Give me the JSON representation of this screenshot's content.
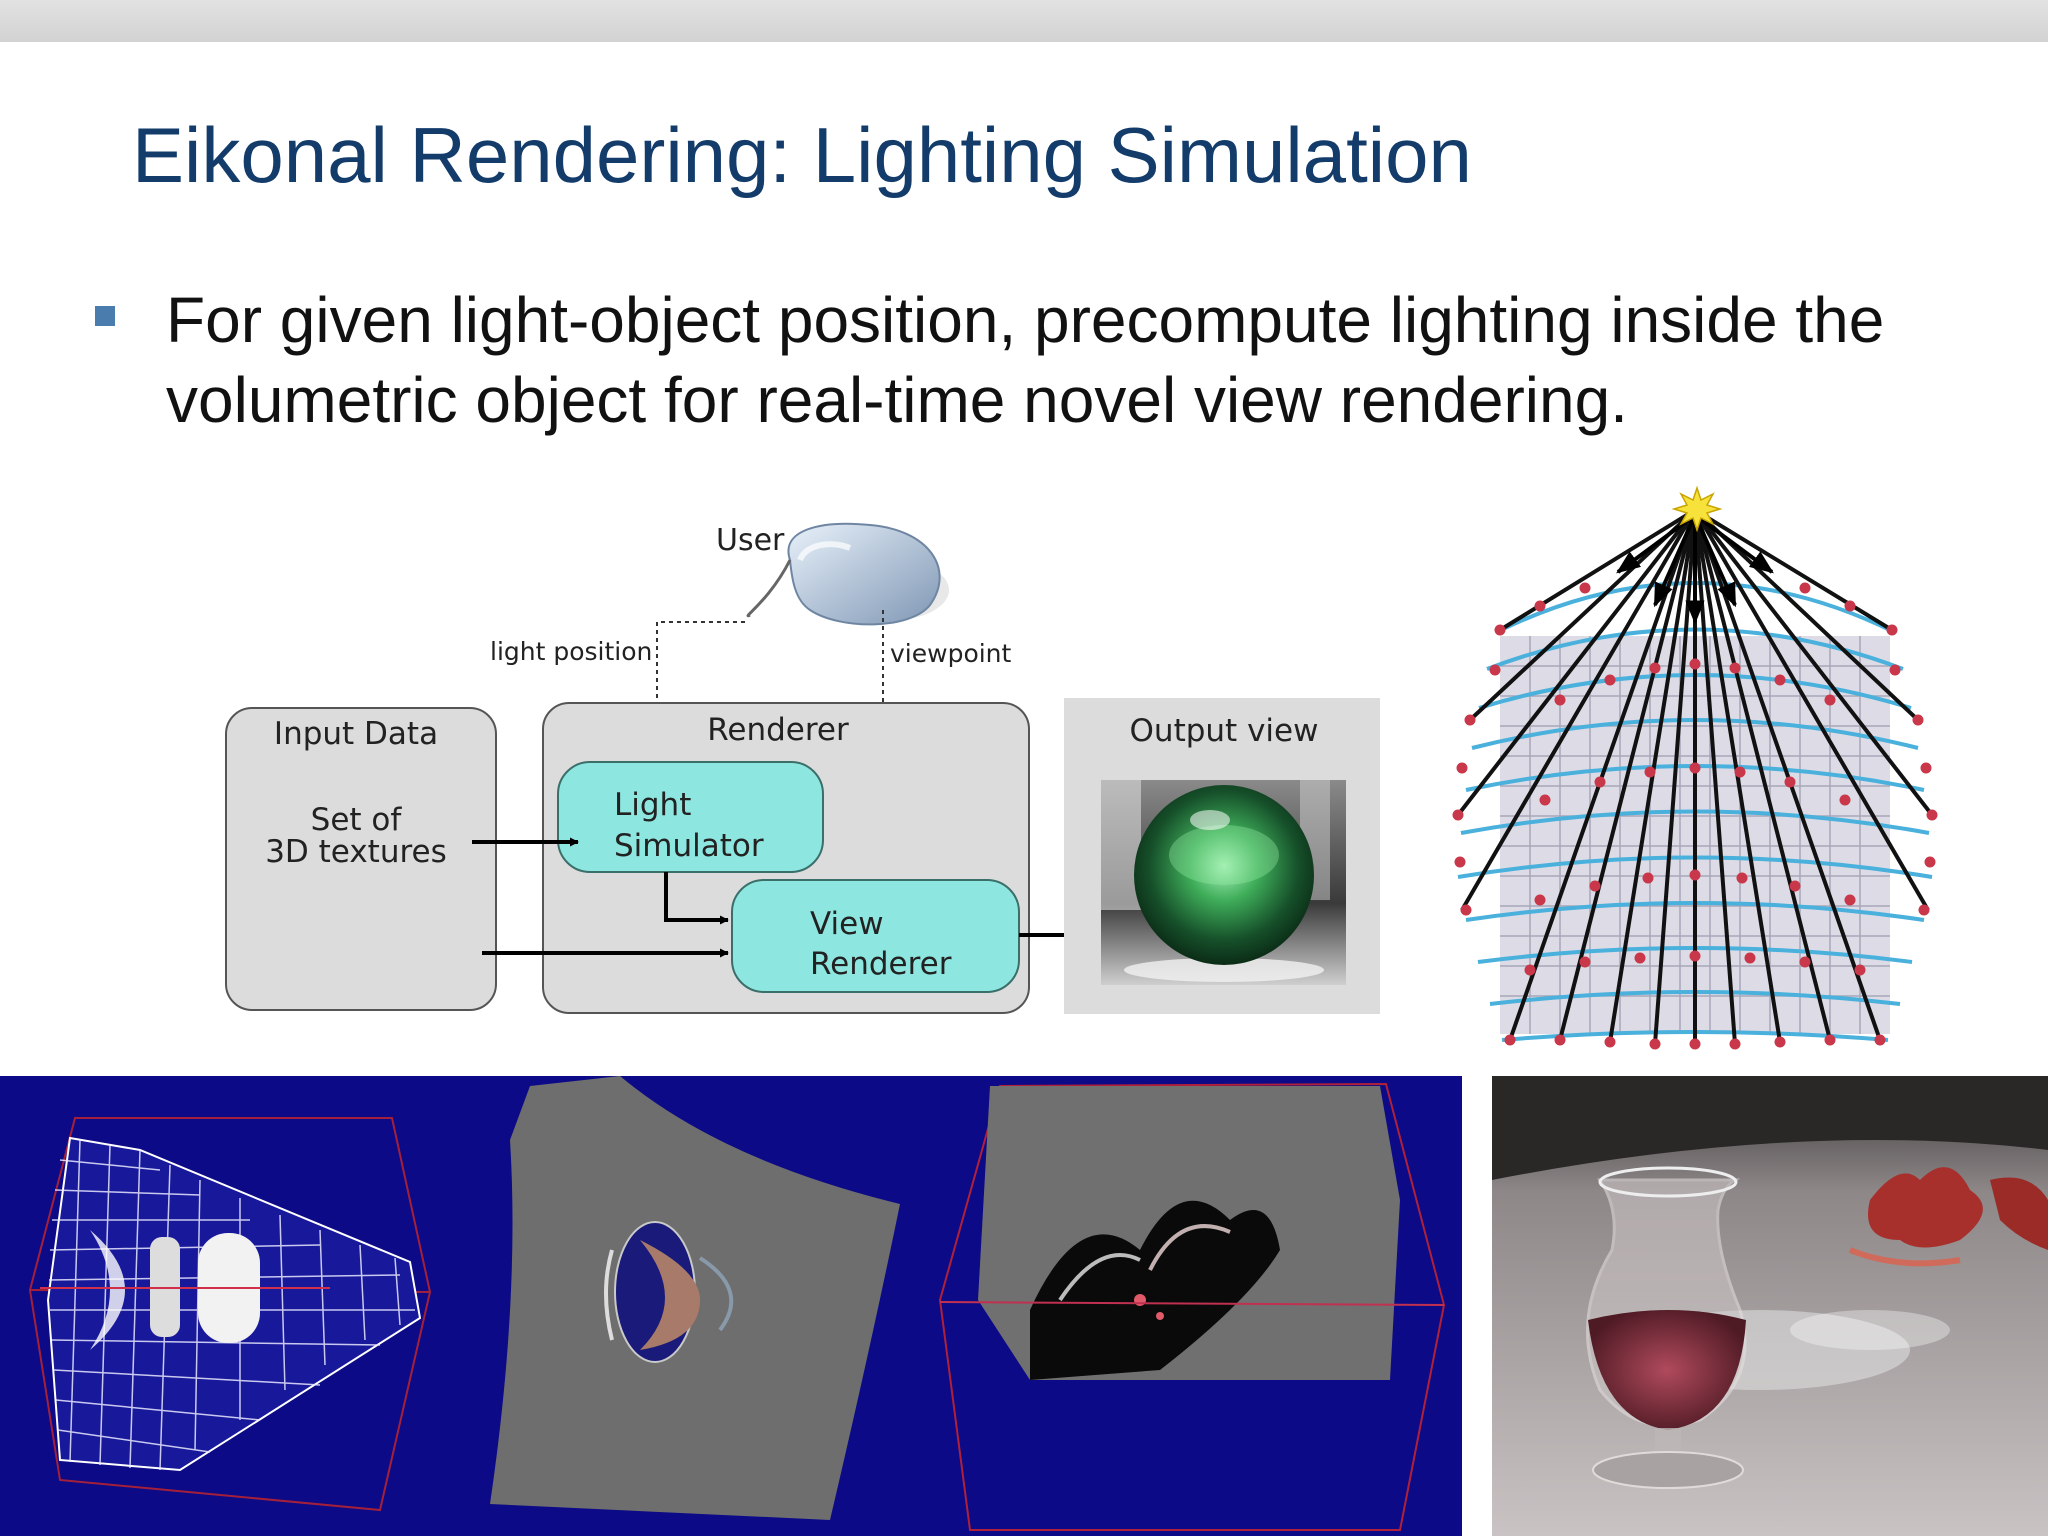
{
  "slide": {
    "title": "Eikonal Rendering: Lighting Simulation",
    "bullet": "For given light-object position, precompute lighting inside the volumetric object for real-time novel view rendering."
  },
  "diagram": {
    "user_label": "User",
    "light_position_label": "light position",
    "viewpoint_label": "viewpoint",
    "input_data_title": "Input Data",
    "input_data_line1": "Set of",
    "input_data_line2": "3D textures",
    "renderer_title": "Renderer",
    "light_sim_line1": "Light",
    "light_sim_line2": "Simulator",
    "view_renderer_line1": "View",
    "view_renderer_line2": "Renderer",
    "output_view_title": "Output view"
  },
  "colors": {
    "title": "#133c6b",
    "bullet": "#4a7dae",
    "box_gray": "#dcdcdc",
    "box_cyan": "#8ee6e0",
    "panel_blue": "#0c0a86"
  }
}
